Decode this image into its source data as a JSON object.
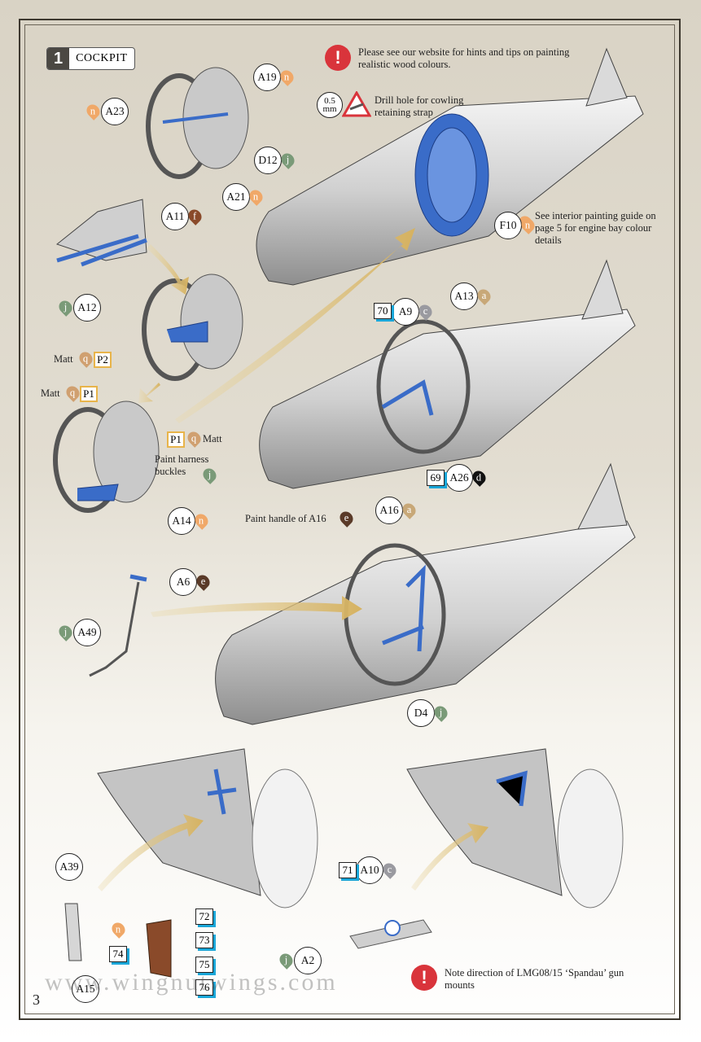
{
  "step": {
    "number": "1",
    "title": "COCKPIT"
  },
  "notes": {
    "website": "Please see our website for hints and tips on painting realistic wood colours.",
    "drill_size": "0.5",
    "drill_unit": "mm",
    "drill": "Drill hole for cowling retaining strap",
    "interior": "See interior painting guide on page 5 for engine bay colour details",
    "harness": "Paint harness buckles",
    "handle": "Paint handle of A16",
    "spandau": "Note direction of LMG08/15 ‘Spandau’ gun mounts"
  },
  "matt": "Matt",
  "colors": {
    "n": "#f0a868",
    "j": "#7a9a78",
    "f": "#8a4a2a",
    "c": "#9a9aa0",
    "a": "#c8a878",
    "e": "#5a3a28",
    "d": "#111111",
    "q": "#d0a070"
  },
  "parts": [
    {
      "id": "A19",
      "paint": "n"
    },
    {
      "id": "A23",
      "paint": "n"
    },
    {
      "id": "D12",
      "paint": "j"
    },
    {
      "id": "A21",
      "paint": "n"
    },
    {
      "id": "A11",
      "paint": "f"
    },
    {
      "id": "A12",
      "paint": "j"
    },
    {
      "id": "F10",
      "paint": "n"
    },
    {
      "id": "A13",
      "paint": "a"
    },
    {
      "id": "A9",
      "paint": "c"
    },
    {
      "id": "A26",
      "paint": "d"
    },
    {
      "id": "A16",
      "paint": "a"
    },
    {
      "id": "A14",
      "paint": "n"
    },
    {
      "id": "A6",
      "paint": "e"
    },
    {
      "id": "A49",
      "paint": "j"
    },
    {
      "id": "D4",
      "paint": "j"
    },
    {
      "id": "A39",
      "paint": ""
    },
    {
      "id": "A10",
      "paint": "c"
    },
    {
      "id": "A2",
      "paint": "j"
    },
    {
      "id": "A15",
      "paint": ""
    }
  ],
  "decals": [
    "70",
    "69",
    "71",
    "72",
    "73",
    "74",
    "75",
    "76"
  ],
  "photoetch": [
    "P2",
    "P1",
    "P1"
  ],
  "paint_letters": {
    "harness": "j",
    "handle": "e",
    "interior": "n",
    "matt_p2": "q",
    "matt_p1a": "q",
    "matt_p1b": "q",
    "bracket": "n"
  },
  "watermark": "www.wingnutwings.com",
  "page_number": "3"
}
